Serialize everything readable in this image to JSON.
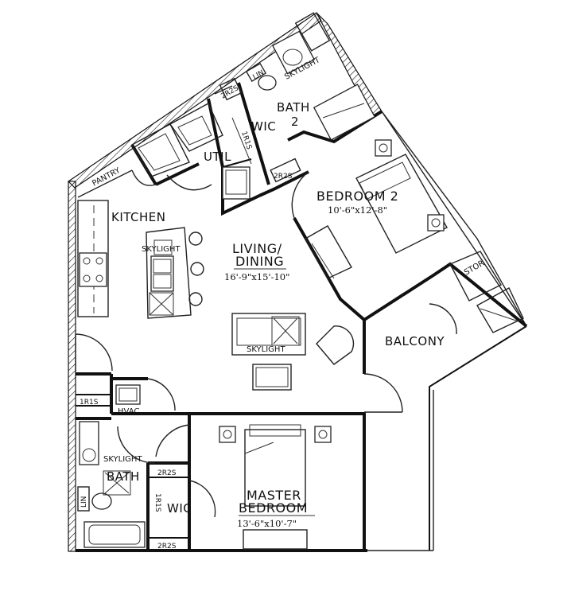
{
  "rooms": {
    "kitchen": "KITCHEN",
    "pantry": "PANTRY",
    "util": "UTIL",
    "wic_top": "WIC",
    "bath2_line1": "BATH",
    "bath2_line2": "2",
    "bedroom2": "BEDROOM 2",
    "bedroom2_dim": "10'-6\"x12'-8\"",
    "living_line1": "LIVING/",
    "living_line2": "DINING",
    "living_dim": "16'-9\"x15'-10\"",
    "balcony": "BALCONY",
    "stor": "STOR",
    "hvac": "HVAC",
    "master_line1": "MASTER",
    "master_line2": "BEDROOM",
    "master_dim": "13'-6\"x10'-7\"",
    "master_bath": "BATH",
    "wic_bottom": "WIC"
  },
  "tags": {
    "skylight": "SKYLIGHT",
    "lin": "LIN",
    "shelf_2r2s": "2R2S",
    "shelf_1r1s": "1R1S"
  }
}
